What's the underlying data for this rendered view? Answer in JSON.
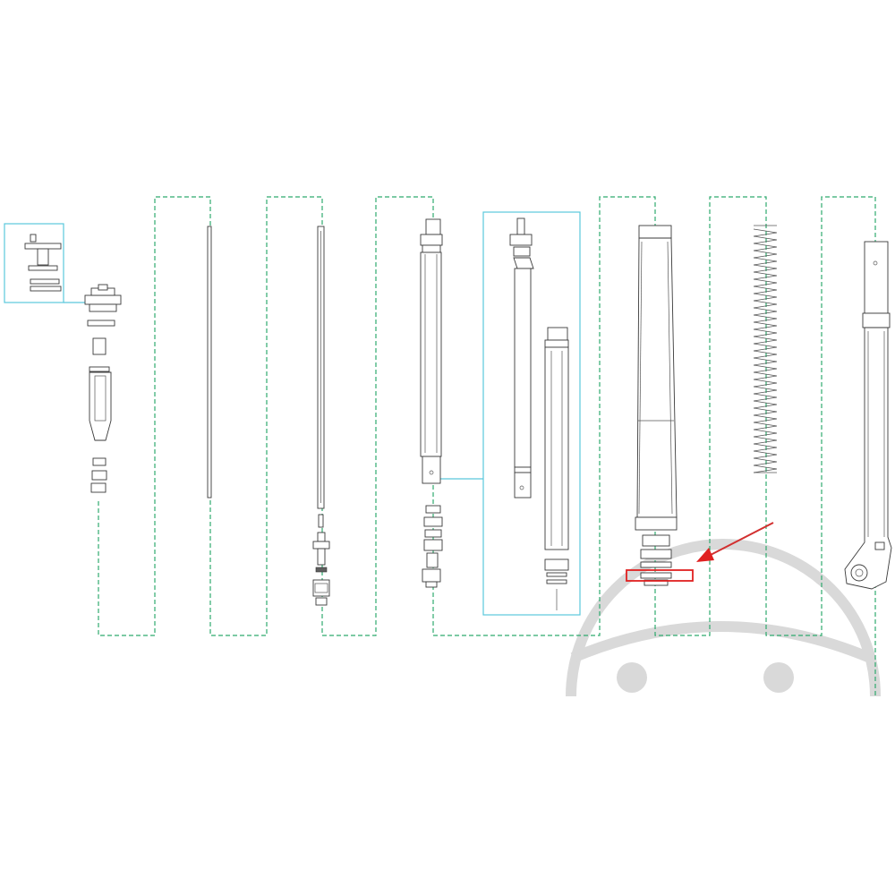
{
  "diagram": {
    "kind": "exploded-parts-diagram",
    "subject": "front fork leg",
    "colors": {
      "background": "#ffffff",
      "part_outline": "#3a3a3a",
      "assembly_guide": "#2faa6e",
      "callout_box": "#5ac8dc",
      "highlight": "#e02020",
      "watermark": "#d9d9d9"
    },
    "icons": {
      "highlight_arrow": "arrow-left-down-icon",
      "watermark": "logo-watermark"
    }
  }
}
